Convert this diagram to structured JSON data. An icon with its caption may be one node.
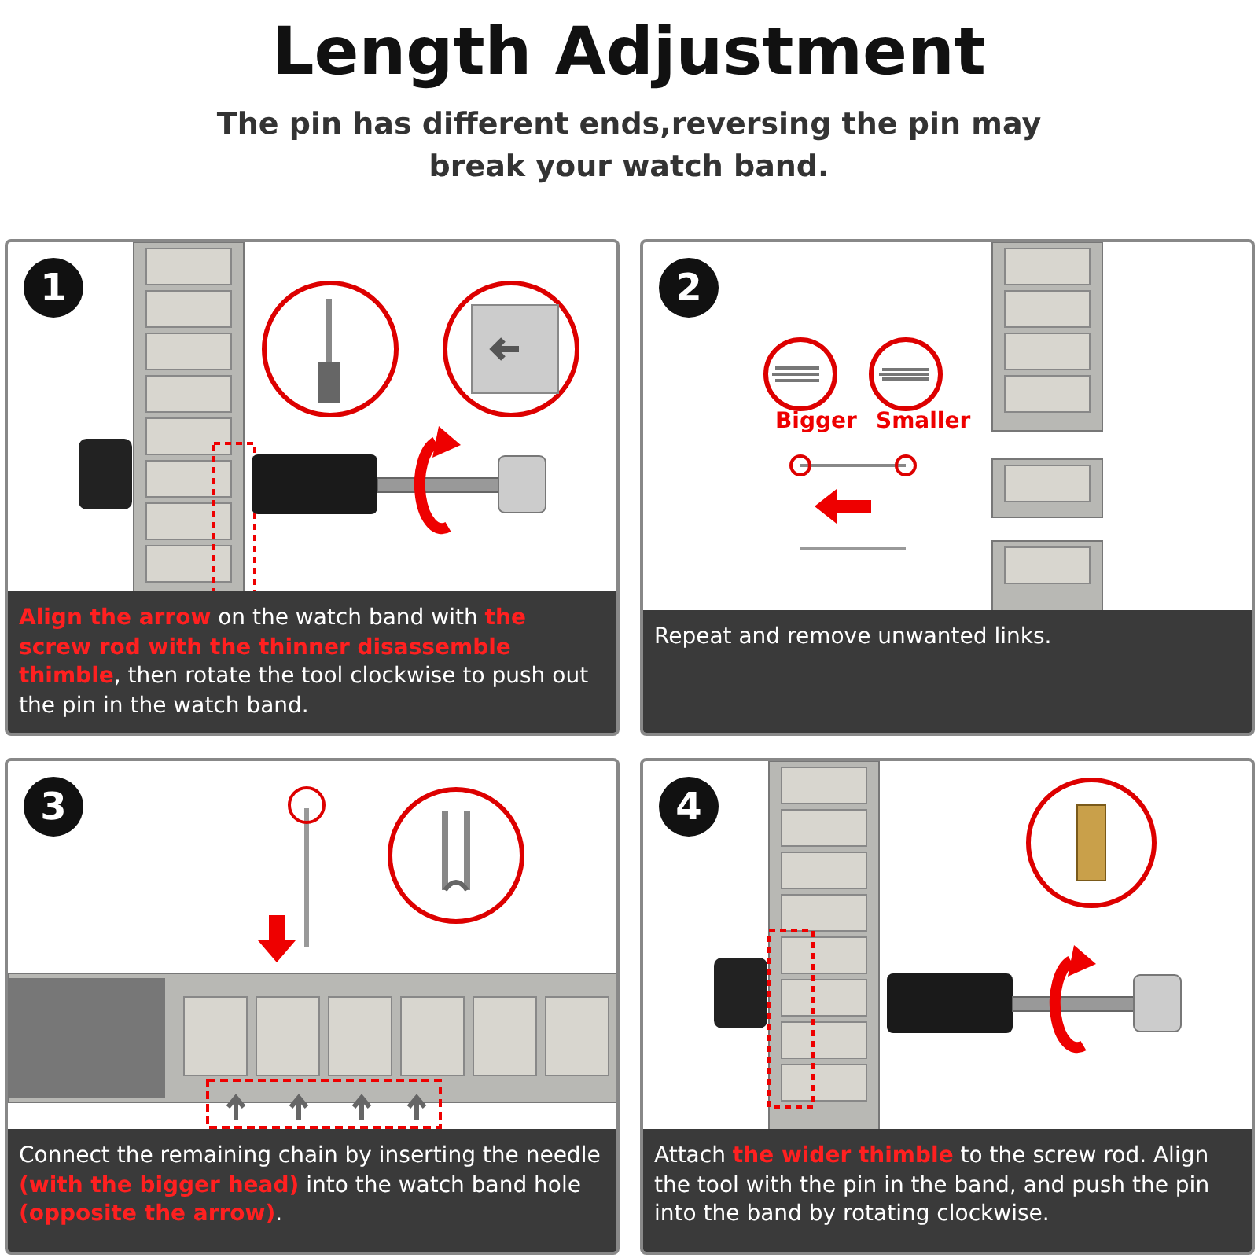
{
  "diagram": {
    "title": "Length Adjustment",
    "nodes": [
      {
        "text": [
          "1",
          "**Align the arrow** on the watch band with **the screw rod with the thinner disassemble thimble**, then rotate the tool clockwise to push out the pin in the watch band."
        ]
      },
      {
        "text": [
          "2",
          "Repeat and remove unwanted links."
        ]
      },
      {
        "text": [
          "3",
          "Connect the remaining chain by inserting the needle **(with the bigger head)** into the watch band hole **(opposite the arrow)**."
        ]
      },
      {
        "text": [
          "4",
          "Attach **the wider thimble** to the screw rod. Align the tool with the pin in the band, and push the pin into the band by rotating clockwise."
        ]
      }
    ],
    "labels": [
      "The pin has different ends,reversing the pin may break your watch band.",
      "Bigger",
      "Smaller"
    ]
  }
}
